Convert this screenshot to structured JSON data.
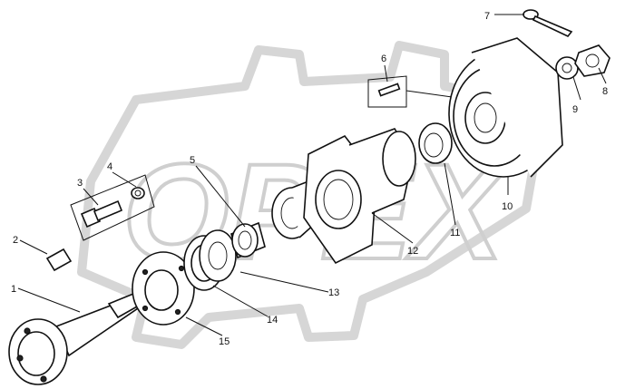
{
  "watermark": {
    "text": "OPEX"
  },
  "callouts": [
    "1",
    "2",
    "3",
    "4",
    "5",
    "6",
    "7",
    "8",
    "9",
    "10",
    "11",
    "12",
    "13",
    "14",
    "15"
  ],
  "icons": {
    "detail": "exploded-assembly-drawing"
  }
}
